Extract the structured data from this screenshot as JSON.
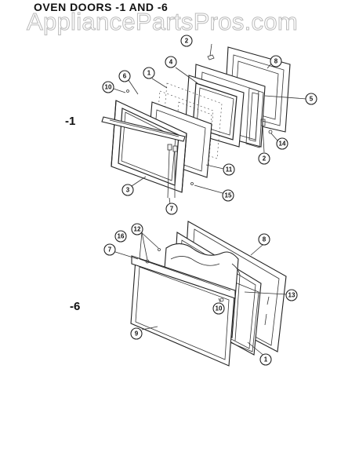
{
  "header": {
    "title": "OVEN DOORS -1 AND -6",
    "watermark": "AppliancePartsPros.com"
  },
  "variants": [
    {
      "id": "door-1",
      "label": "-1"
    },
    {
      "id": "door-6",
      "label": "-6"
    }
  ],
  "callouts_door_1": [
    "1",
    "2",
    "2",
    "3",
    "4",
    "5",
    "6",
    "7",
    "8",
    "10",
    "11",
    "14",
    "15"
  ],
  "callouts_door_6": [
    "1",
    "7",
    "8",
    "9",
    "10",
    "12",
    "13",
    "16"
  ]
}
